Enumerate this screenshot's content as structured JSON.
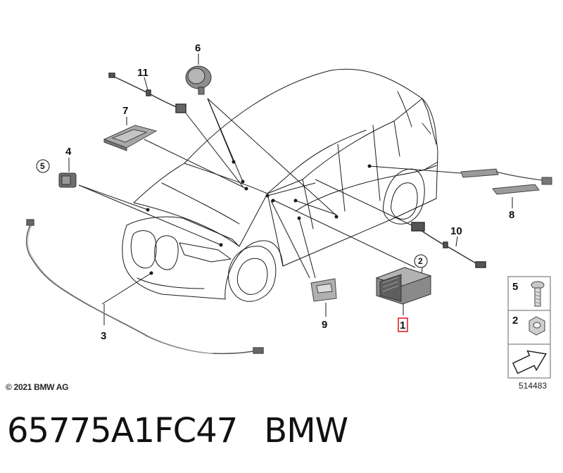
{
  "diagram": {
    "callouts": [
      "1",
      "2",
      "3",
      "4",
      "5",
      "6",
      "7",
      "8",
      "9",
      "10",
      "11"
    ],
    "circled_callouts": [
      "2",
      "5"
    ],
    "highlighted_callout": "1",
    "legend": [
      "5",
      "2"
    ],
    "highlight_color": "#e0141e",
    "line_color": "#1a1a1a"
  },
  "copyright": "© 2021 BMW AG",
  "image_number": "514483",
  "caption": {
    "part_code": "65775A1FC47",
    "brand": "BMW"
  }
}
